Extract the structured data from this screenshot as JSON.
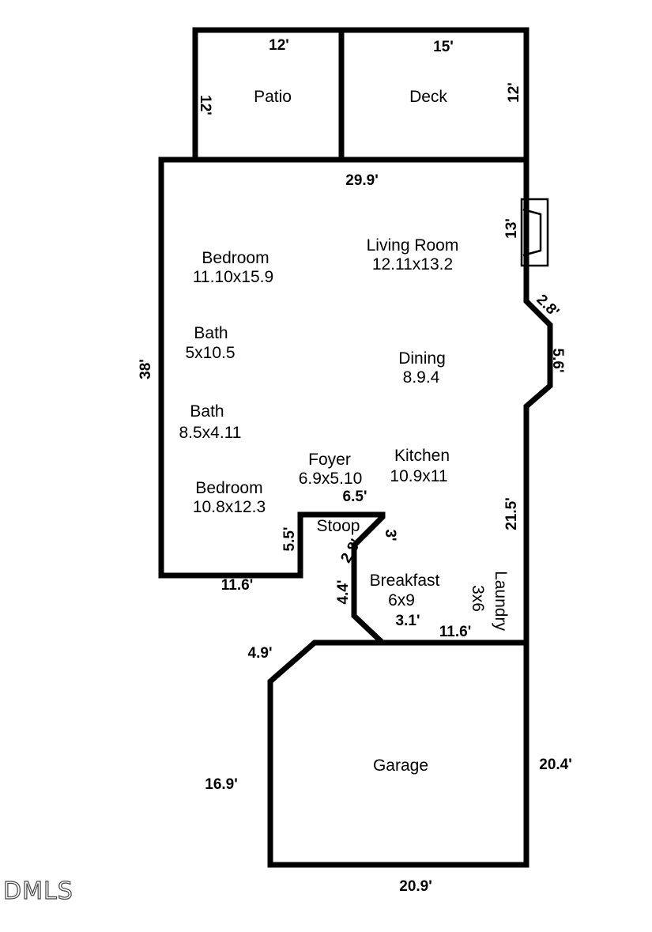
{
  "rooms": {
    "patio": {
      "name": "Patio"
    },
    "deck": {
      "name": "Deck"
    },
    "living_room": {
      "name": "Living Room",
      "size": "12.11x13.2"
    },
    "bedroom_1": {
      "name": "Bedroom",
      "size": "11.10x15.9"
    },
    "bath_1": {
      "name": "Bath",
      "size": "5x10.5"
    },
    "dining": {
      "name": "Dining",
      "size": "8.9.4"
    },
    "bath_2": {
      "name": "Bath",
      "size": "8.5x4.11"
    },
    "foyer": {
      "name": "Foyer",
      "size": "6.9x5.10"
    },
    "kitchen": {
      "name": "Kitchen",
      "size": "10.9x11"
    },
    "bedroom_2": {
      "name": "Bedroom",
      "size": "10.8x12.3"
    },
    "stoop": {
      "name": "Stoop"
    },
    "breakfast": {
      "name": "Breakfast",
      "size": "6x9"
    },
    "laundry": {
      "name": "Laundry",
      "size": "3x6"
    },
    "garage": {
      "name": "Garage"
    }
  },
  "dimensions": {
    "patio_width": "12'",
    "patio_depth": "12'",
    "deck_width": "15'",
    "deck_depth": "12'",
    "house_top": "29.9'",
    "fireplace": "13'",
    "angle_1": "2.8'",
    "bump_out": "5.6'",
    "house_left": "38'",
    "right_lower": "21.5'",
    "stoop_top": "6.5'",
    "stoop_left": "5.5'",
    "stoop_right": "3'",
    "stoop_angle": "2.8'",
    "bottom_left": "11.6'",
    "step_down": "4.4'",
    "step_bottom": "3.1'",
    "laundry_wall": "11.6'",
    "garage_angle": "4.9'",
    "garage_left": "16.9'",
    "garage_right": "20.4'",
    "garage_bottom": "20.9'"
  },
  "watermark": "DMLS"
}
